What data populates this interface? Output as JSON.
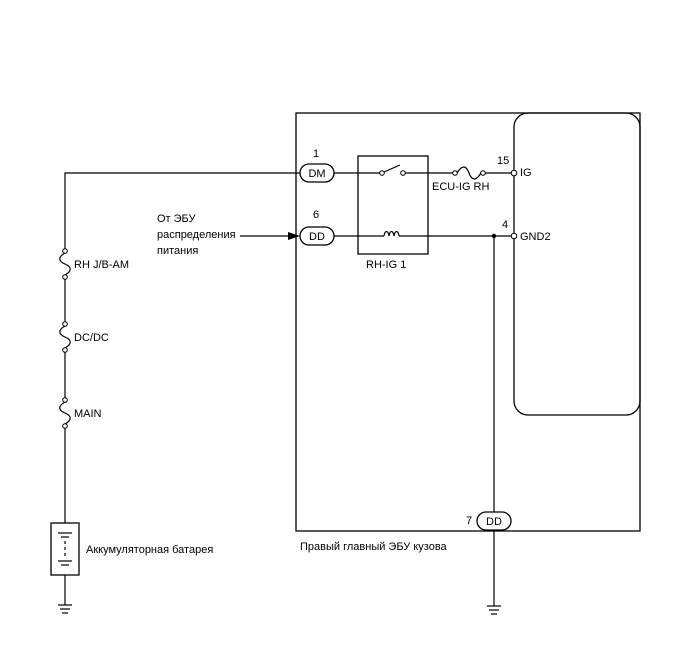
{
  "ecu": {
    "caption": "Правый главный ЭБУ кузова",
    "terminals": {
      "ig": "IG",
      "gnd2": "GND2",
      "ig_pin": "15",
      "gnd2_pin": "4"
    }
  },
  "connectors": {
    "dm": {
      "code": "DM",
      "pin": "1"
    },
    "dd_top": {
      "code": "DD",
      "pin": "6"
    },
    "dd_bottom": {
      "code": "DD",
      "pin": "7"
    }
  },
  "relay": {
    "label": "RH-IG 1"
  },
  "fuses": {
    "ecu_ig_rh": "ECU-IG RH",
    "rh_jb_am": "RH J/B-AM",
    "dc_dc": "DC/DC",
    "main": "MAIN"
  },
  "source": {
    "line1": "От ЭБУ",
    "line2": "распределения",
    "line3": "питания"
  },
  "battery": {
    "label": "Аккумуляторная батарея"
  }
}
